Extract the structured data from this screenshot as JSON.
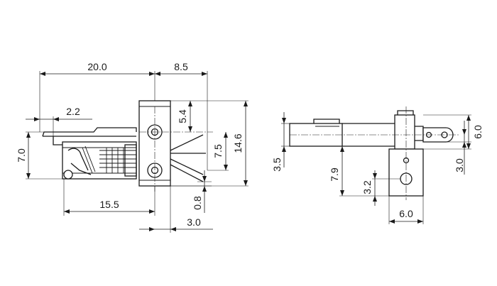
{
  "dimensions": {
    "d_20_0": "20.0",
    "d_8_5": "8.5",
    "d_2_2": "2.2",
    "d_7_0": "7.0",
    "d_5_4": "5.4",
    "d_7_5": "7.5",
    "d_14_6": "14.6",
    "d_15_5": "15.5",
    "d_0_8": "0.8",
    "d_3_0a": "3.0",
    "d_3_5": "3.5",
    "d_7_9": "7.9",
    "d_3_2": "3.2",
    "d_6_0a": "6.0",
    "d_6_0b": "6.0",
    "d_3_0b": "3.0"
  }
}
